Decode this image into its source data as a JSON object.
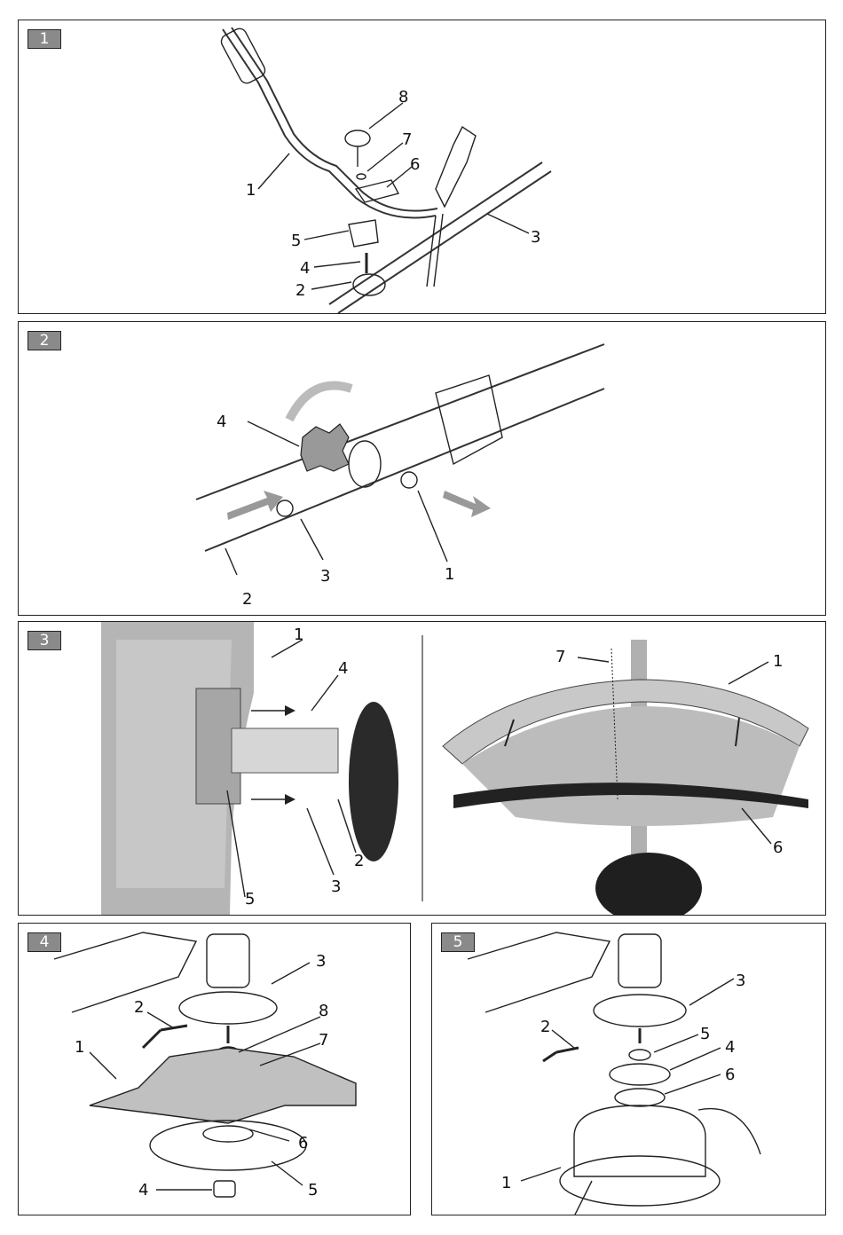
{
  "panels": [
    {
      "tag": "1",
      "labels": [
        "8",
        "7",
        "6",
        "1",
        "5",
        "4",
        "2",
        "3"
      ]
    },
    {
      "tag": "2",
      "labels": [
        "4",
        "3",
        "2",
        "1"
      ]
    },
    {
      "tag": "3",
      "labels": [
        "1",
        "4",
        "5",
        "3",
        "2",
        "7",
        "1",
        "6"
      ]
    },
    {
      "tag": "4",
      "labels": [
        "3",
        "2",
        "8",
        "7",
        "1",
        "6",
        "4",
        "5"
      ]
    },
    {
      "tag": "5",
      "labels": [
        "3",
        "2",
        "5",
        "4",
        "6",
        "1"
      ]
    }
  ],
  "colors": {
    "frame": "#222222",
    "tag_bg": "#8a8a8a",
    "guard_gray": "#b5b5b5",
    "arrow_gray": "#999999"
  }
}
